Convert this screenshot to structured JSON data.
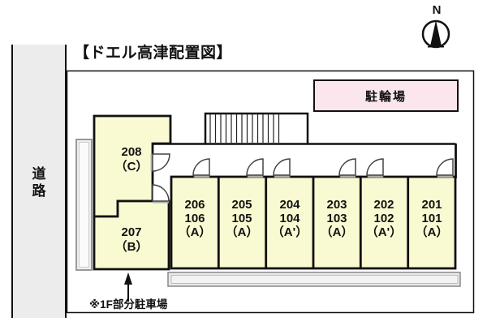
{
  "title": "【ドエル高津配置図】",
  "compass": {
    "north": "N"
  },
  "road": {
    "label": "道\n路"
  },
  "site": {
    "bike_parking_label": "駐輪場",
    "note_label": "※1F部分駐車場"
  },
  "building": {
    "room_208": {
      "label": "208\n（C）"
    },
    "room_207": {
      "label": "207\n（B）"
    },
    "units": [
      {
        "label": "206\n106\n（A）"
      },
      {
        "label": "205\n105\n（A）"
      },
      {
        "label": "204\n104\n（A'）"
      },
      {
        "label": "203\n103\n（A）"
      },
      {
        "label": "202\n102\n（A'）"
      },
      {
        "label": "201\n101\n（A）"
      }
    ]
  },
  "colors": {
    "room_fill": "#fafad2",
    "bike_parking_fill": "#fbe6ee",
    "road_fill": "#ececec",
    "balcony_fill": "#e9e9e9",
    "line": "#111111"
  }
}
